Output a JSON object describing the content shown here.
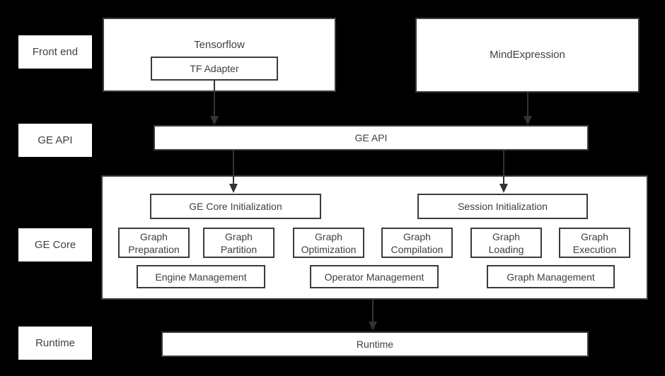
{
  "layer_labels": {
    "frontend": "Front end",
    "ge_api": "GE API",
    "ge_core": "GE Core",
    "runtime": "Runtime"
  },
  "frontend": {
    "tensorflow_label": "Tensorflow",
    "tf_adapter_label": "TF Adapter",
    "mindexpression_label": "MindExpression"
  },
  "ge_api": {
    "bar_label": "GE API"
  },
  "ge_core": {
    "init": [
      "GE Core Initialization",
      "Session Initialization"
    ],
    "functions": [
      "Graph Preparation",
      "Graph Partition",
      "Graph Optimization",
      "Graph Compilation",
      "Graph Loading",
      "Graph Execution"
    ],
    "management": [
      "Engine Management",
      "Operator Management",
      "Graph Management"
    ]
  },
  "runtime": {
    "bar_label": "Runtime"
  },
  "colors": {
    "background": "#000000",
    "box_fill": "#ffffff",
    "box_border": "#3b3b3b",
    "text": "#404040",
    "arrow": "#333333"
  }
}
